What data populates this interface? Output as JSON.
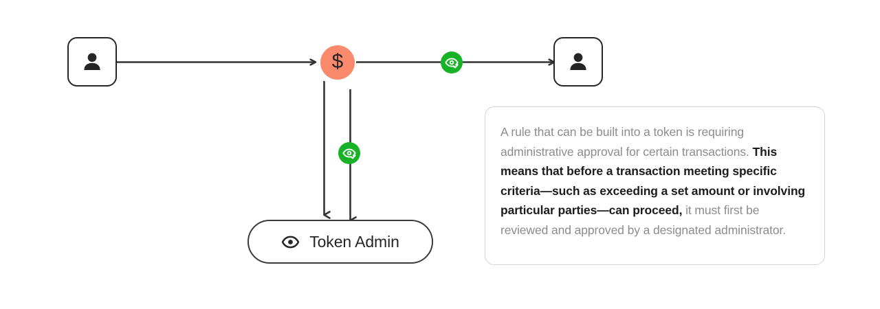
{
  "diagram": {
    "title": "token-administrative-approval-flow",
    "colors": {
      "token_fill": "#fb8a6c",
      "approval_green": "#17b226",
      "stroke_dark": "#333333",
      "card_border": "#d4d4d4",
      "body_text": "#8c8c8c",
      "strong_text": "#1c1c1c",
      "background": "#ffffff"
    },
    "nodes": {
      "sender": {
        "name": "sender-person",
        "icon": "person-icon",
        "label": ""
      },
      "token": {
        "name": "token-node",
        "icon": "dollar-icon",
        "symbol": "$"
      },
      "receiver": {
        "name": "receiver-person",
        "icon": "person-icon",
        "label": ""
      },
      "token_admin": {
        "name": "token-admin-node",
        "icon": "eye-icon",
        "label": "Token Admin"
      }
    },
    "badges": [
      {
        "name": "approval-badge-transfer",
        "icon": "eye-check-icon"
      },
      {
        "name": "approval-badge-return",
        "icon": "eye-check-icon"
      }
    ],
    "edges": [
      {
        "name": "edge-sender-to-token",
        "from": "sender",
        "to": "token",
        "direction": "right"
      },
      {
        "name": "edge-token-to-receiver",
        "from": "token",
        "to": "receiver",
        "direction": "right",
        "badge": "approval-badge-transfer"
      },
      {
        "name": "edge-token-to-admin",
        "from": "token",
        "to": "token_admin",
        "direction": "down"
      },
      {
        "name": "edge-admin-to-token",
        "from": "token_admin",
        "to": "token",
        "direction": "up",
        "badge": "approval-badge-return"
      }
    ]
  },
  "explanation": {
    "name": "explanation-card",
    "segments": [
      {
        "text": "A rule that can be built into a token is requiring administrative approval for certain transactions. ",
        "emphasis": false
      },
      {
        "text": "This means that before a transaction meeting specific criteria—such as exceeding a set amount or involving particular parties—can proceed,",
        "emphasis": true
      },
      {
        "text": " it must first be reviewed and approved by a designated administrator.",
        "emphasis": false
      }
    ]
  }
}
